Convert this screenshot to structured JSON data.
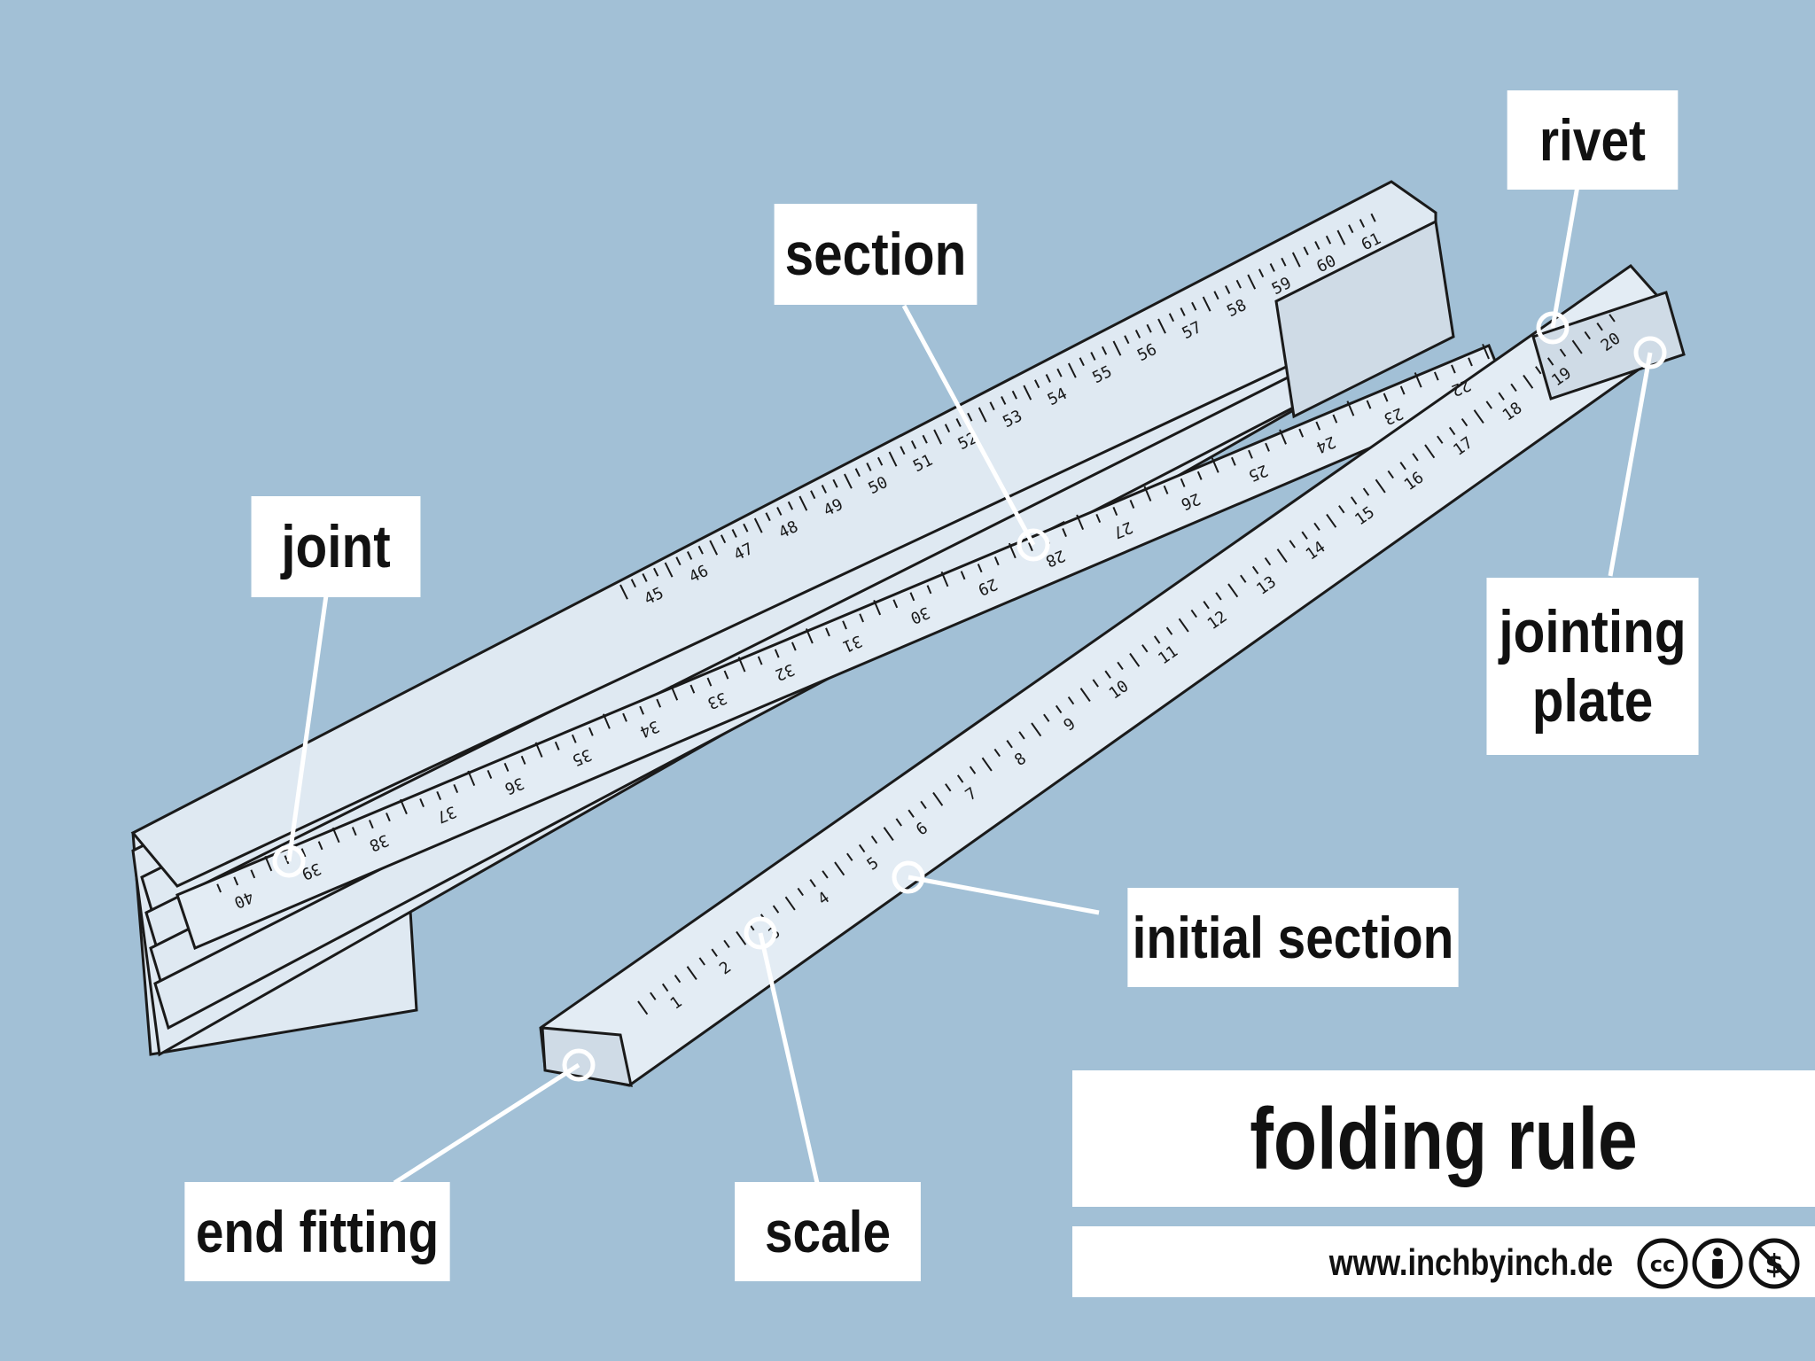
{
  "title": "folding rule",
  "credit": "www.inchbyinch.de",
  "license_icons": [
    "cc-icon",
    "attribution-icon",
    "noncommercial-icon"
  ],
  "colors": {
    "background": "#a2c0d6",
    "rule": "#dfe9f2",
    "ink": "#1a1a1a",
    "label_bg": "#ffffff"
  },
  "labels": {
    "rivet": "rivet",
    "section": "section",
    "joint": "joint",
    "jointing_plate_1": "jointing",
    "jointing_plate_2": "plate",
    "initial_section": "initial section",
    "end_fitting": "end fitting",
    "scale": "scale"
  },
  "scale_marks": {
    "initial": [
      "1",
      "2",
      "3",
      "4",
      "5",
      "6",
      "7",
      "8",
      "9",
      "10",
      "11",
      "12",
      "13",
      "14",
      "15",
      "16",
      "17",
      "18",
      "19",
      "20"
    ],
    "middle": [
      "22",
      "23",
      "24",
      "25",
      "26",
      "27",
      "28",
      "29",
      "30",
      "31",
      "32",
      "33",
      "34",
      "35",
      "36",
      "37",
      "38",
      "39",
      "40"
    ],
    "top": [
      "45",
      "46",
      "47",
      "48",
      "49",
      "50",
      "51",
      "52",
      "53",
      "54",
      "55",
      "56",
      "57",
      "58",
      "59",
      "60",
      "61"
    ]
  }
}
